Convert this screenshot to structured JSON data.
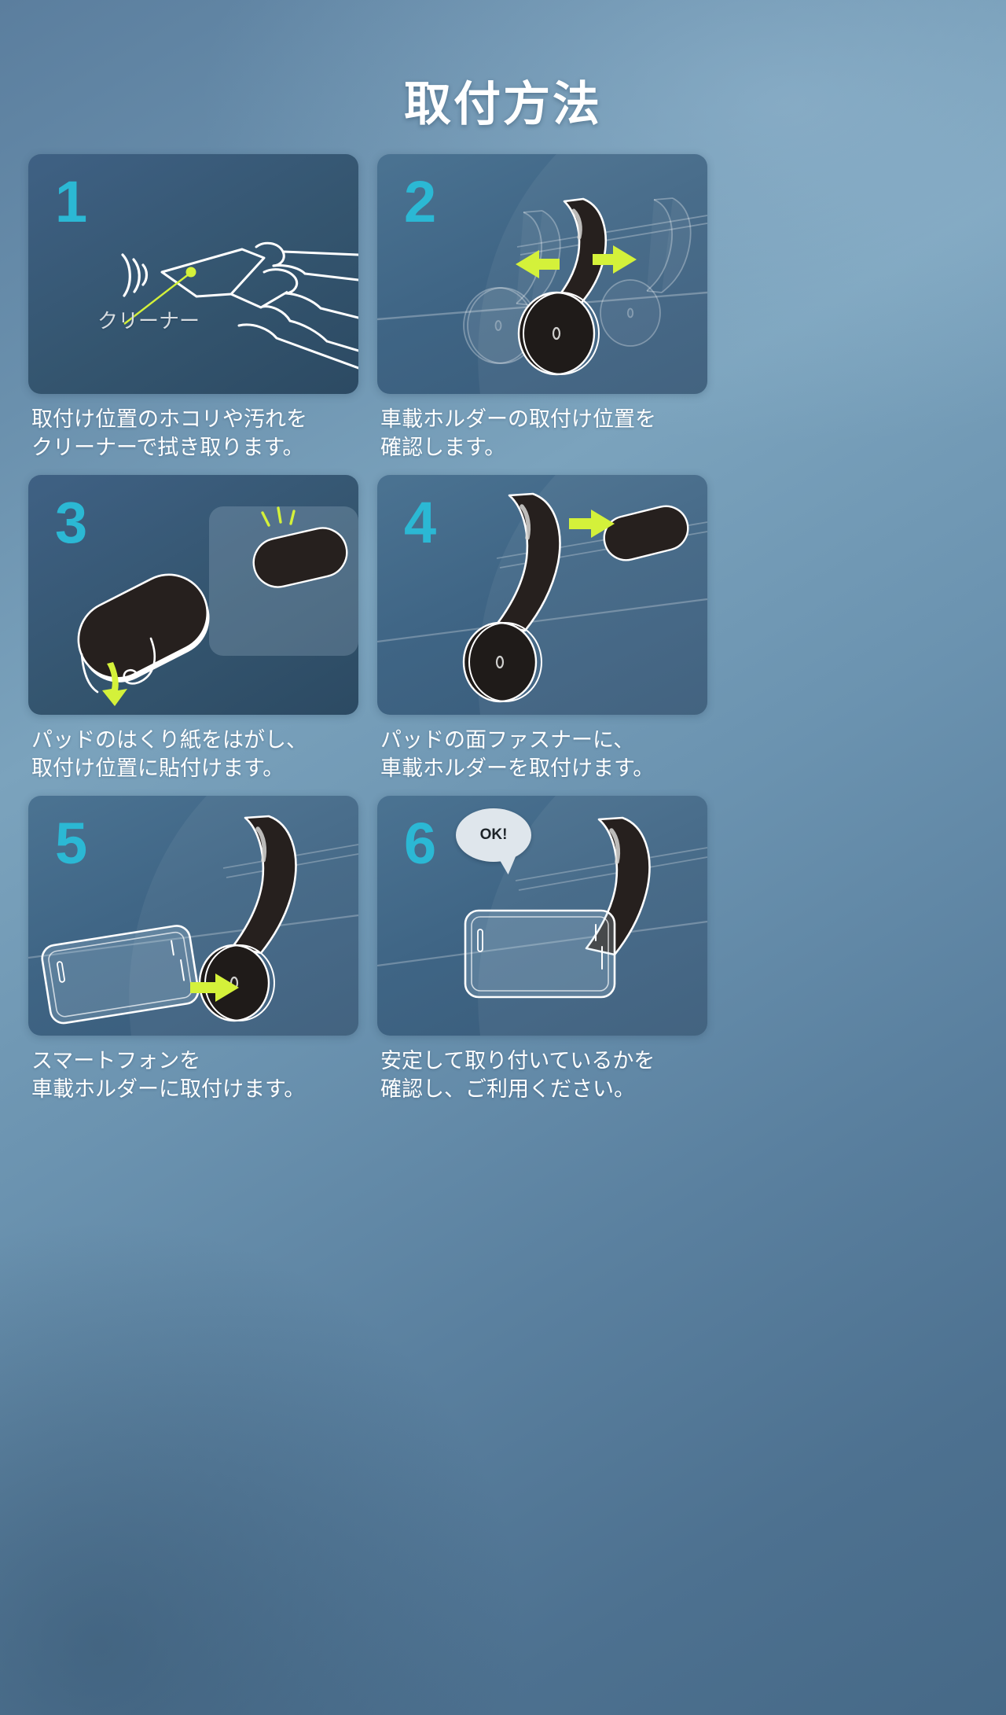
{
  "page": {
    "title": "取付方法",
    "accent_color": "#2bb8d4",
    "highlight_color": "#d4f13a",
    "text_color": "#ffffff",
    "background_color": "#5b7e9e"
  },
  "steps": [
    {
      "number": "1",
      "caption": "取付け位置のホコリや汚れを\nクリーナーで拭き取ります。",
      "annotation": "クリーナー"
    },
    {
      "number": "2",
      "caption": "車載ホルダーの取付け位置を\n確認します。"
    },
    {
      "number": "3",
      "caption": "パッドのはくり紙をはがし、\n取付け位置に貼付けます。"
    },
    {
      "number": "4",
      "caption": "パッドの面ファスナーに、\n車載ホルダーを取付けます。"
    },
    {
      "number": "5",
      "caption": "スマートフォンを\n車載ホルダーに取付けます。"
    },
    {
      "number": "6",
      "caption": "安定して取り付いているかを\n確認し、ご利用ください。",
      "annotation": "OK!"
    }
  ]
}
